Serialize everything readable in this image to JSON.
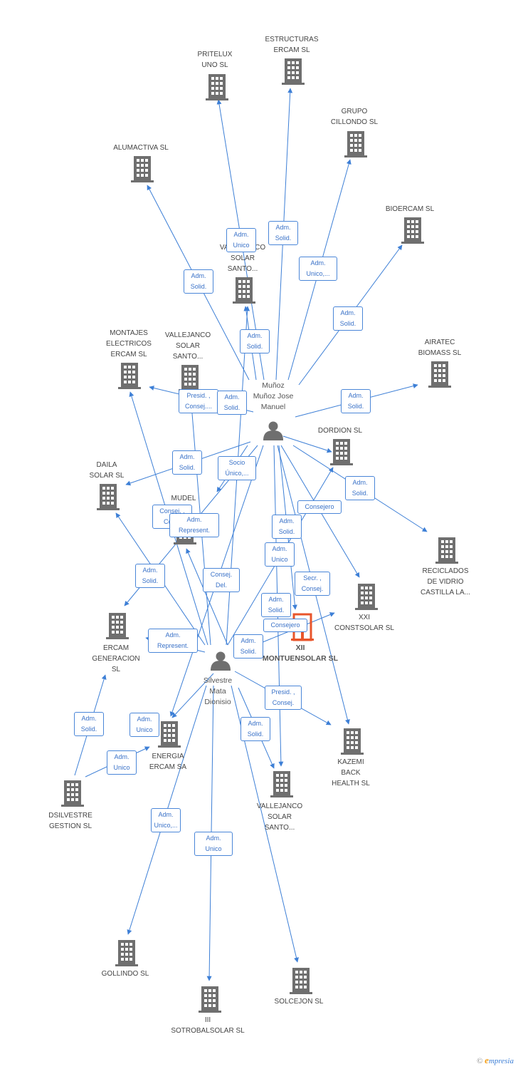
{
  "colors": {
    "edge": "#3d7fd6",
    "building": "#6f6f6f",
    "main_building": "#e8552b",
    "person": "#6f6f6f",
    "label_border": "#4a86d8"
  },
  "people": [
    {
      "id": "munoz",
      "label": "Muñoz\nMuñoz Jose\nManuel"
    },
    {
      "id": "silvestre",
      "label": "Silvestre\nMata\nDionisio"
    }
  ],
  "companies": [
    {
      "id": "estructuras",
      "label": "ESTRUCTURAS\nERCAM SL"
    },
    {
      "id": "pritelux",
      "label": "PRITELUX\nUNO SL"
    },
    {
      "id": "grupo",
      "label": "GRUPO\nCILLONDO SL"
    },
    {
      "id": "alumactiva",
      "label": "ALUMACTIVA SL"
    },
    {
      "id": "bioercam",
      "label": "BIOERCAM SL"
    },
    {
      "id": "vallejanco1",
      "label": "VALLEJANCO\nSOLAR\nSANTO..."
    },
    {
      "id": "montajes",
      "label": "MONTAJES\nELECTRICOS\nERCAM SL"
    },
    {
      "id": "vallejanco2",
      "label": "VALLEJANCO\nSOLAR\nSANTO..."
    },
    {
      "id": "airatec",
      "label": "AIRATEC\nBIOMASS SL"
    },
    {
      "id": "dordion",
      "label": "DORDION SL"
    },
    {
      "id": "daila",
      "label": "DAILA\nSOLAR SL"
    },
    {
      "id": "mudel",
      "label": "MUDEL"
    },
    {
      "id": "reciclados",
      "label": "RECICLADOS\nDE VIDRIO\nCASTILLA LA..."
    },
    {
      "id": "xxi",
      "label": "XXI\nCONSTSOLAR SL"
    },
    {
      "id": "xii",
      "label": "XII\nMONTUENSOLAR SL"
    },
    {
      "id": "ercamgen",
      "label": "ERCAM\nGENERACION\nSL"
    },
    {
      "id": "energia",
      "label": "ENERGIA\nERCAM SA"
    },
    {
      "id": "kazemi",
      "label": "KAZEMI\nBACK\nHEALTH SL"
    },
    {
      "id": "dsilvestre",
      "label": "DSILVESTRE\nGESTION SL"
    },
    {
      "id": "vallejanco3",
      "label": "VALLEJANCO\nSOLAR\nSANTO..."
    },
    {
      "id": "gollindo",
      "label": "GOLLINDO SL"
    },
    {
      "id": "sotrobal",
      "label": "III\nSOTROBALSOLAR SL"
    },
    {
      "id": "solcejon",
      "label": "SOLCEJON SL"
    }
  ],
  "roles": [
    "Adm.\nUnico",
    "Adm.\nSolid.",
    "Adm.\nUnico,...",
    "Adm.\nSolid.",
    "Adm.\nSolid.",
    "Adm.\nSolid.",
    "Presid. ,\nConsej....",
    "Adm.\nSolid.",
    "Adm.\nSolid.",
    "Adm.\nSolid.",
    "Socio\nÚnico,...",
    "Adm.\nSolid.",
    "Consej. ,\nCon...",
    "Adm.\nRepresent.",
    "Consejero",
    "Adm.\nSolid.",
    "Adm.\nUnico",
    "Adm.\nSolid.",
    "Consej.\nDel.",
    "Secr. ,\nConsej.",
    "Adm.\nSolid.",
    "Consejero",
    "Adm.\nRepresent.",
    "Adm.\nSolid.",
    "Presid. ,\nConsej.",
    "Adm.\nSolid.",
    "Adm.\nUnico",
    "Adm.\nSolid.",
    "Adm.\nUnico",
    "Adm.\nUnico,...",
    "Adm.\nUnico"
  ],
  "footer": {
    "copyright": "©",
    "brand": "mpresia"
  }
}
